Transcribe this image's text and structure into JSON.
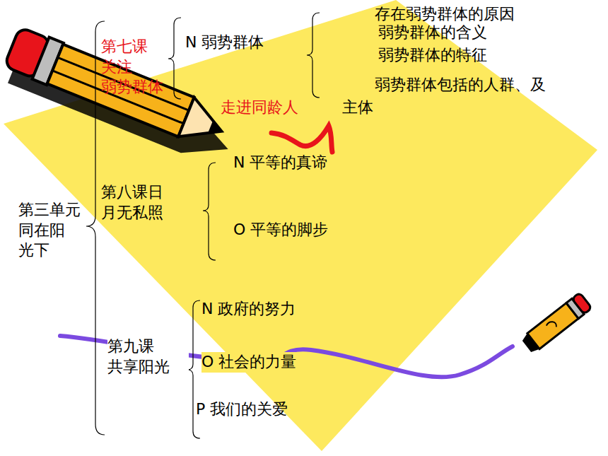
{
  "diagram": {
    "labels": [
      "存在弱势群体的原因",
      "弱势群体的含义",
      "弱势群体的特征",
      "弱势群体包括的人群、及",
      "第七课 关注 弱势群体",
      "N 弱势群体",
      "走进同龄人",
      "主体",
      "N 平等的真谛",
      "第三单元 同在阳 光下",
      "第八课日 月无私照",
      "O 平等的脚步",
      "N 政府的努力",
      "第九课 共享阳光",
      "O 社会的力量",
      "P 我们的关爱"
    ]
  }
}
